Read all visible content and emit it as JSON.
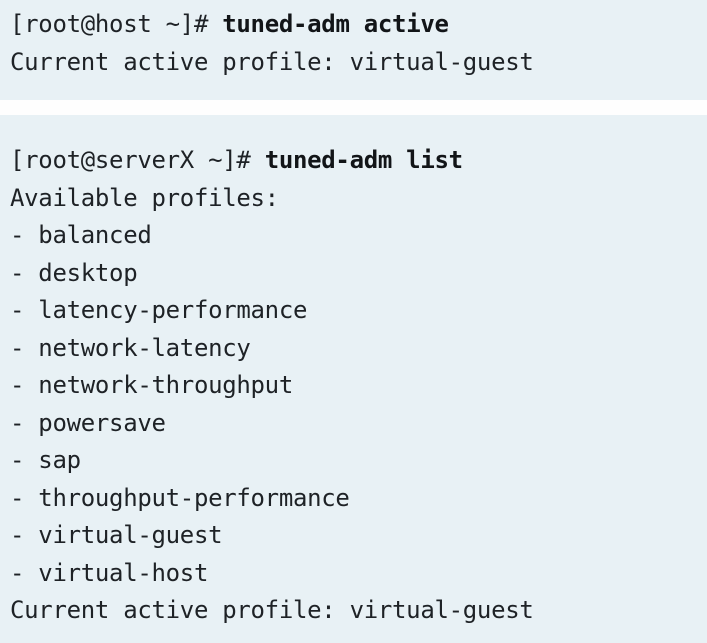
{
  "colors": {
    "block_background": "#e8f1f5",
    "gap_background": "#fefefe",
    "text": "#1e2226",
    "command_text": "#121518"
  },
  "block1": {
    "prompt": "[root@host ~]# ",
    "command": "tuned-adm active",
    "output": "Current active profile: virtual-guest"
  },
  "block2": {
    "prompt": "[root@serverX ~]# ",
    "command": "tuned-adm list",
    "lines": [
      "Available profiles:",
      "- balanced",
      "- desktop",
      "- latency-performance",
      "- network-latency",
      "- network-throughput",
      "- powersave",
      "- sap",
      "- throughput-performance",
      "- virtual-guest",
      "- virtual-host",
      "Current active profile: virtual-guest"
    ]
  }
}
